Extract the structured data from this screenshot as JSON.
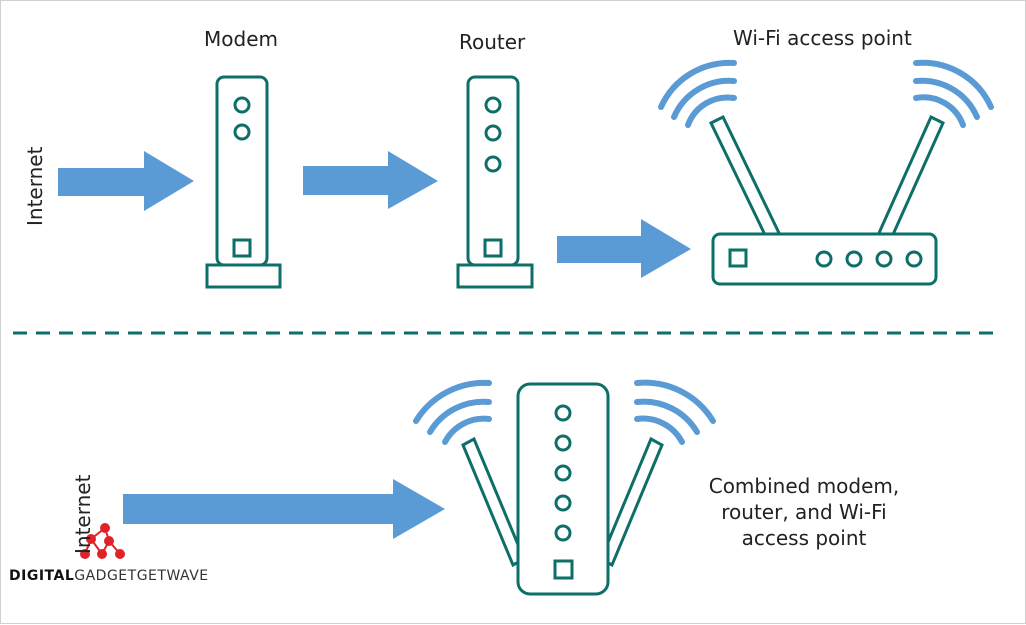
{
  "labels": {
    "modem": "Modem",
    "router": "Router",
    "wifi_access_point": "Wi-Fi access point",
    "internet_top": "Internet",
    "internet_bottom": "Internet",
    "combined_line1": "Combined modem,",
    "combined_line2": "router, and Wi-Fi",
    "combined_line3": "access point"
  },
  "watermark": {
    "bold_part": "DIGITAL",
    "light_part": "GADGETGETWAVE"
  },
  "colors": {
    "device_outline": "#0e6e68",
    "arrow_fill": "#5b9bd5",
    "wave_stroke": "#5b9bd5",
    "divider": "#0e6e68",
    "logo_red": "#e0232a"
  }
}
